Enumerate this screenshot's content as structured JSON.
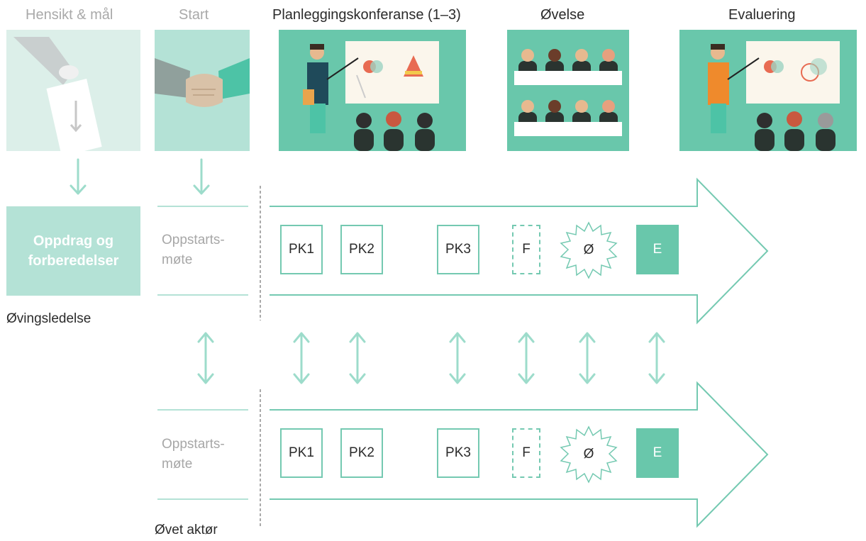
{
  "phases": {
    "hensikt": "Hensikt & mål",
    "start": "Start",
    "planlegging": "Planleggingskonferanse (1–3)",
    "ovelse": "Øvelse",
    "evaluering": "Evaluering"
  },
  "left": {
    "oppdrag_line1": "Oppdrag og",
    "oppdrag_line2": "forberedelser",
    "ovingsledelse": "Øvingsledelse",
    "ovet_aktor": "Øvet aktør"
  },
  "tracks": {
    "top": {
      "oppstart_line1": "Oppstarts-",
      "oppstart_line2": "møte",
      "pk1": "PK1",
      "pk2": "PK2",
      "pk3": "PK3",
      "f": "F",
      "o": "Ø",
      "e": "E"
    },
    "bottom": {
      "oppstart_line1": "Oppstarts-",
      "oppstart_line2": "møte",
      "pk1": "PK1",
      "pk2": "PK2",
      "pk3": "PK3",
      "f": "F",
      "o": "Ø",
      "e": "E"
    }
  },
  "colors": {
    "accent": "#69c7ab",
    "light": "#b4e2d6",
    "muted_text": "#a9a9a9"
  }
}
